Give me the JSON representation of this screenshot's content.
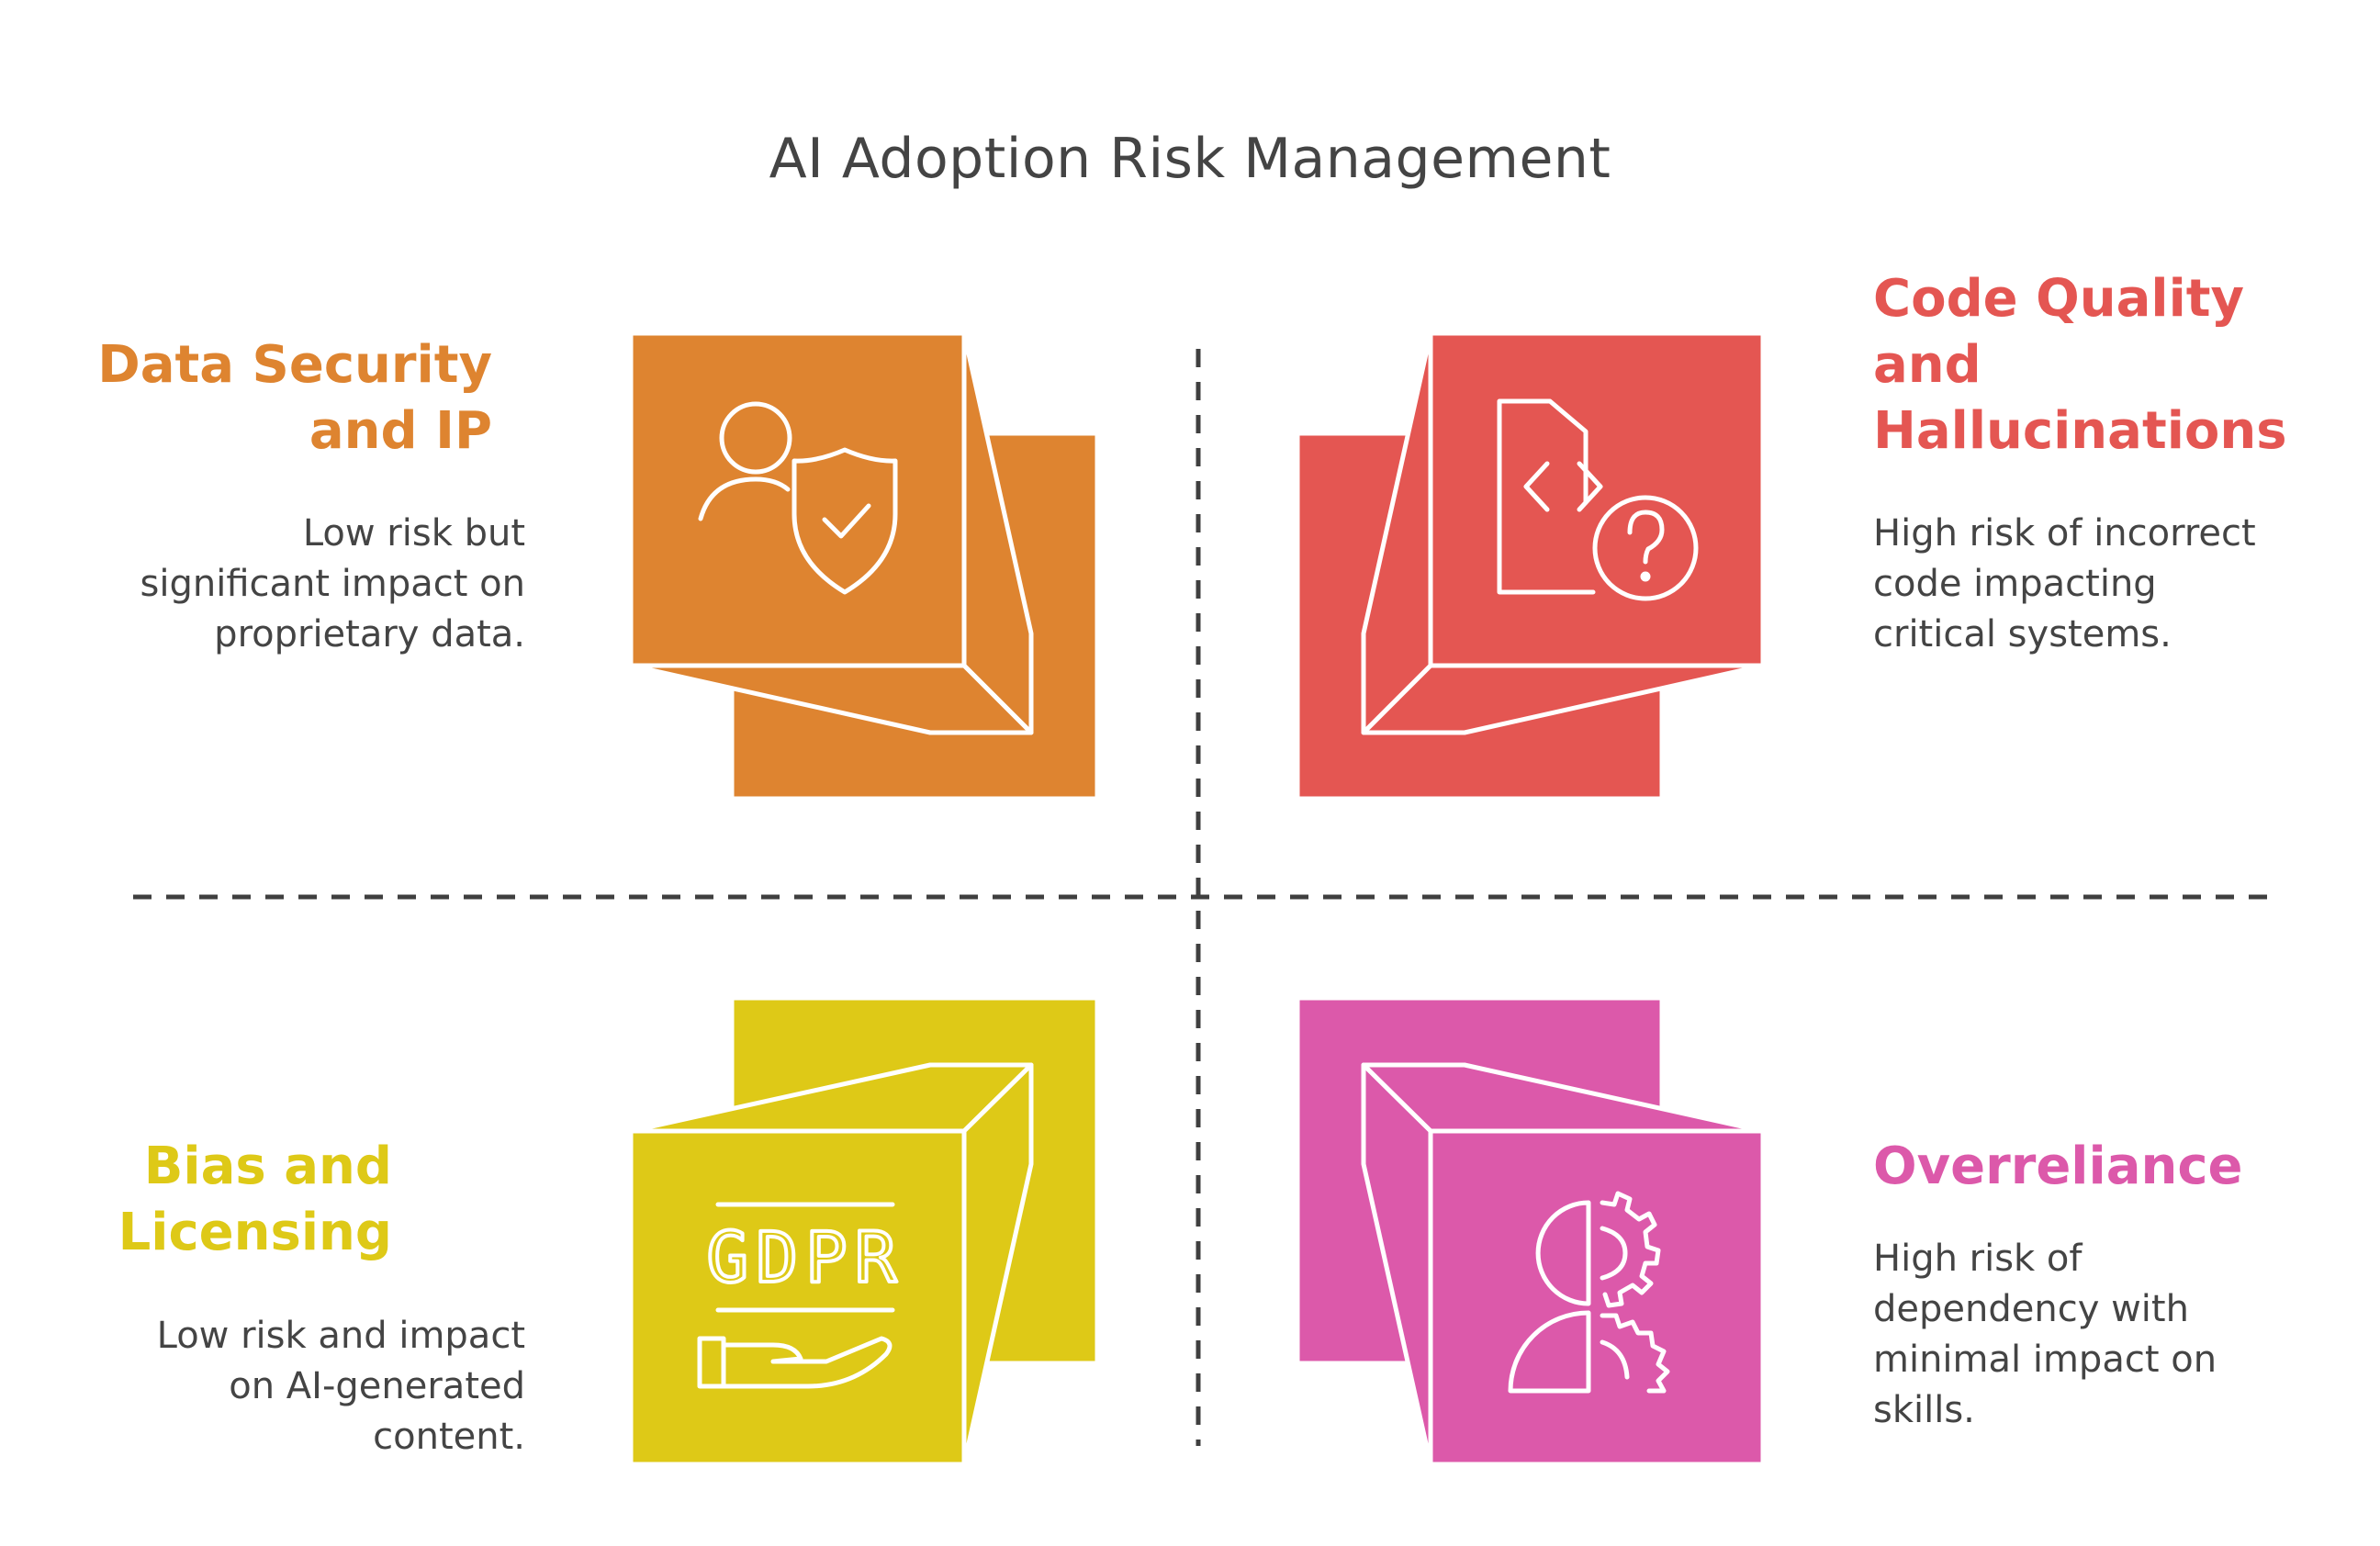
{
  "title": "AI Adoption Risk Management",
  "colors": {
    "orange": "#DE8430",
    "red": "#E45652",
    "yellow": "#DEC917",
    "pink": "#DC59AA",
    "divider": "#3f3f3f",
    "text": "#444444"
  },
  "quadrants": [
    {
      "id": "data-security",
      "heading": "Data Security\nand IP",
      "description": "Low risk but\nsignificant impact on\nproprietary data.",
      "icon": "user-shield-icon"
    },
    {
      "id": "code-quality",
      "heading": "Code Quality\nand\nHallucinations",
      "description": "High risk of incorrect\ncode impacting\ncritical systems.",
      "icon": "code-document-question-icon"
    },
    {
      "id": "bias-licensing",
      "heading": "Bias and\nLicensing",
      "description": "Low risk and impact\non AI-generated\ncontent.",
      "icon": "gdpr-hand-icon",
      "icon_text": "GDPR"
    },
    {
      "id": "overreliance",
      "heading": "Overreliance",
      "description": "High risk of\ndependency with\nminimal impact on\nskills.",
      "icon": "head-gear-icon"
    }
  ]
}
